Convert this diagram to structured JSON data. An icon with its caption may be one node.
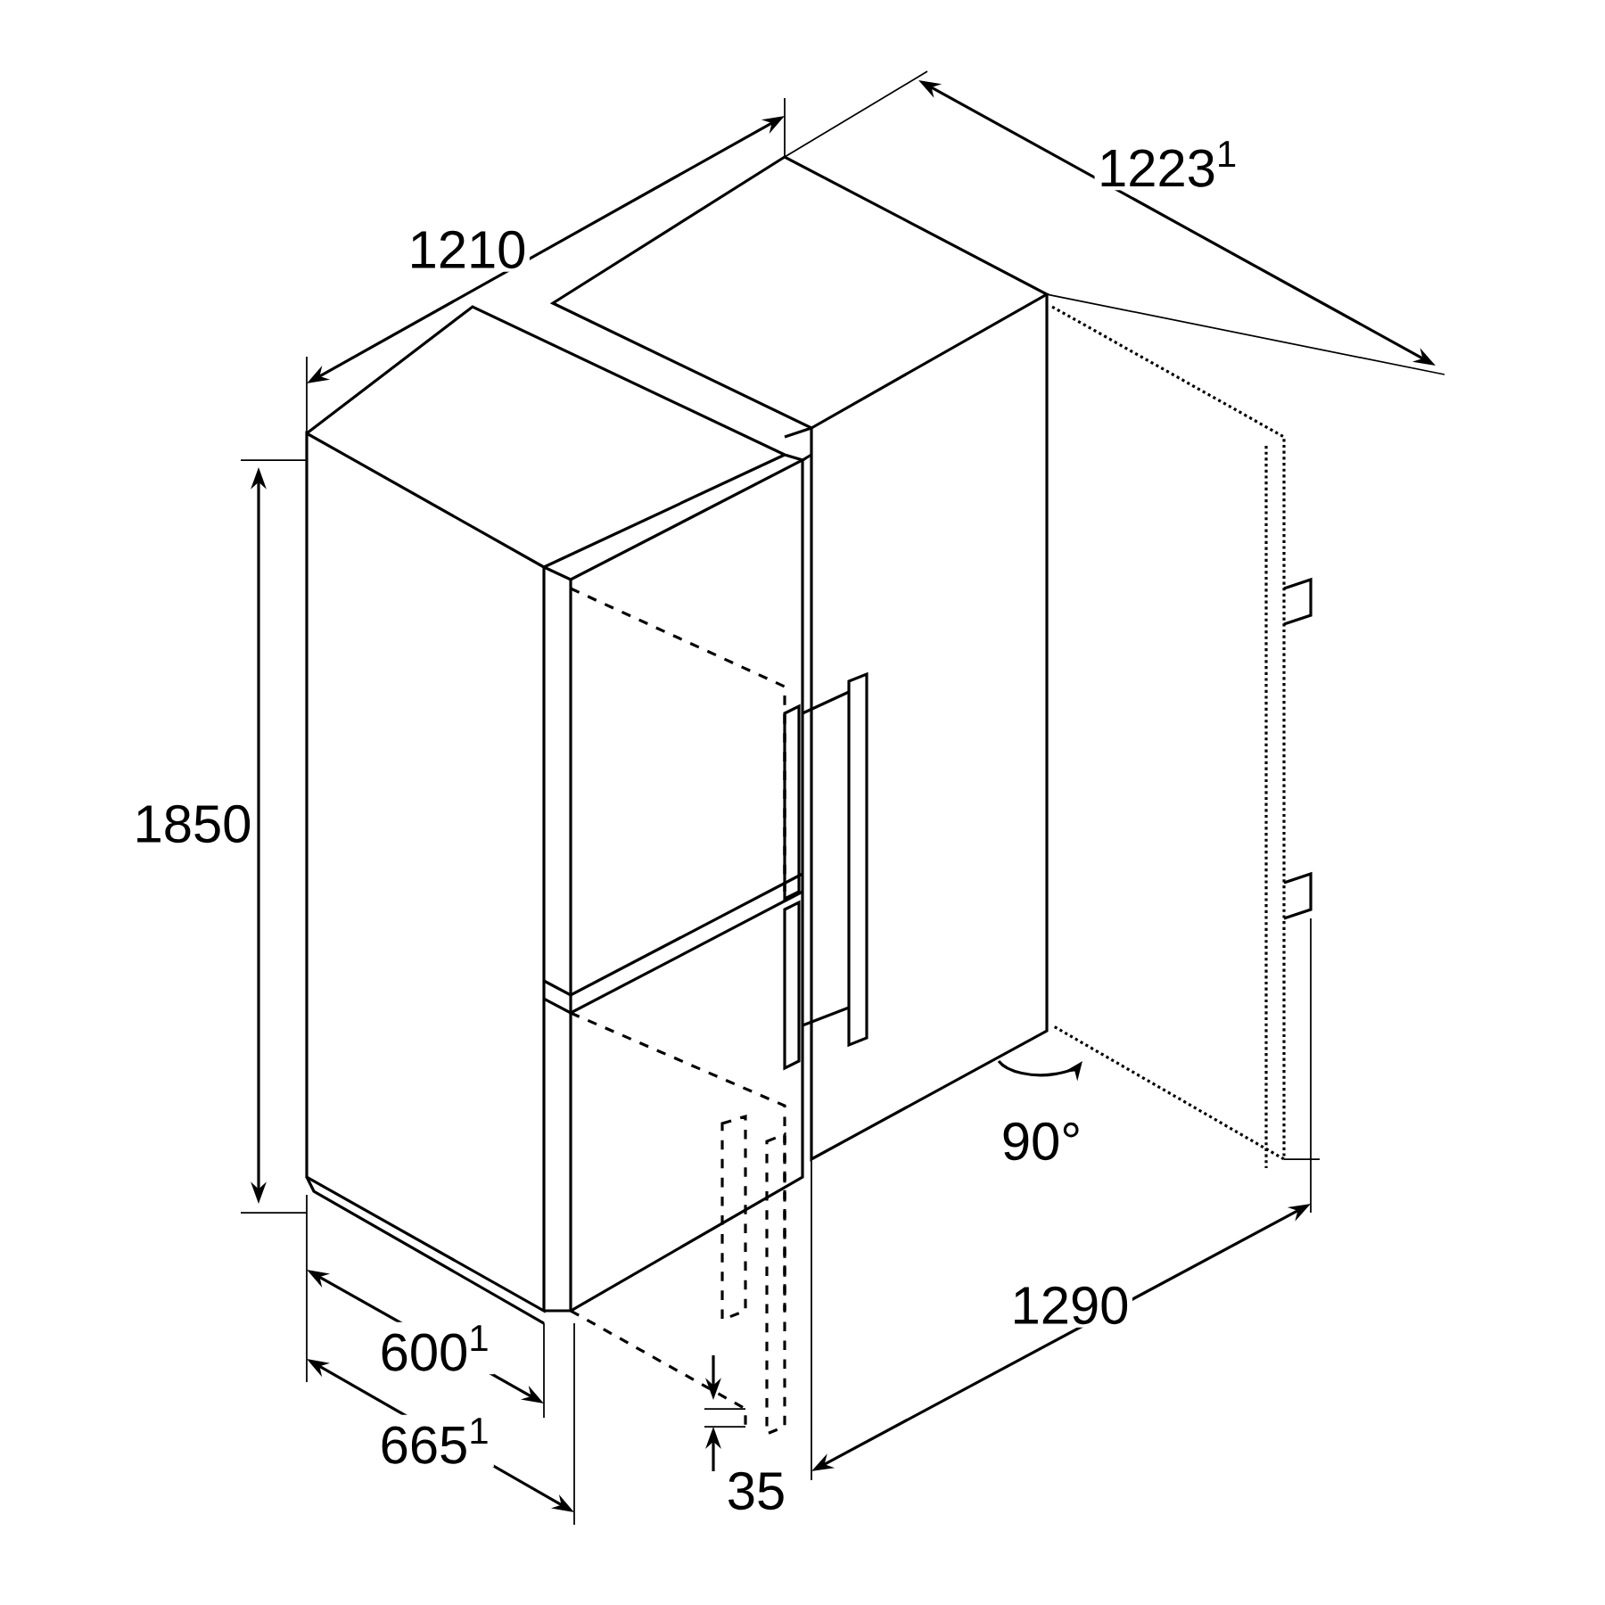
{
  "diagram": {
    "labels": [
      "1210",
      "1223$^{1}$",
      "1850",
      "90°",
      "1290",
      "600$^{1}$",
      "665$^{1}$",
      "35"
    ]
  }
}
